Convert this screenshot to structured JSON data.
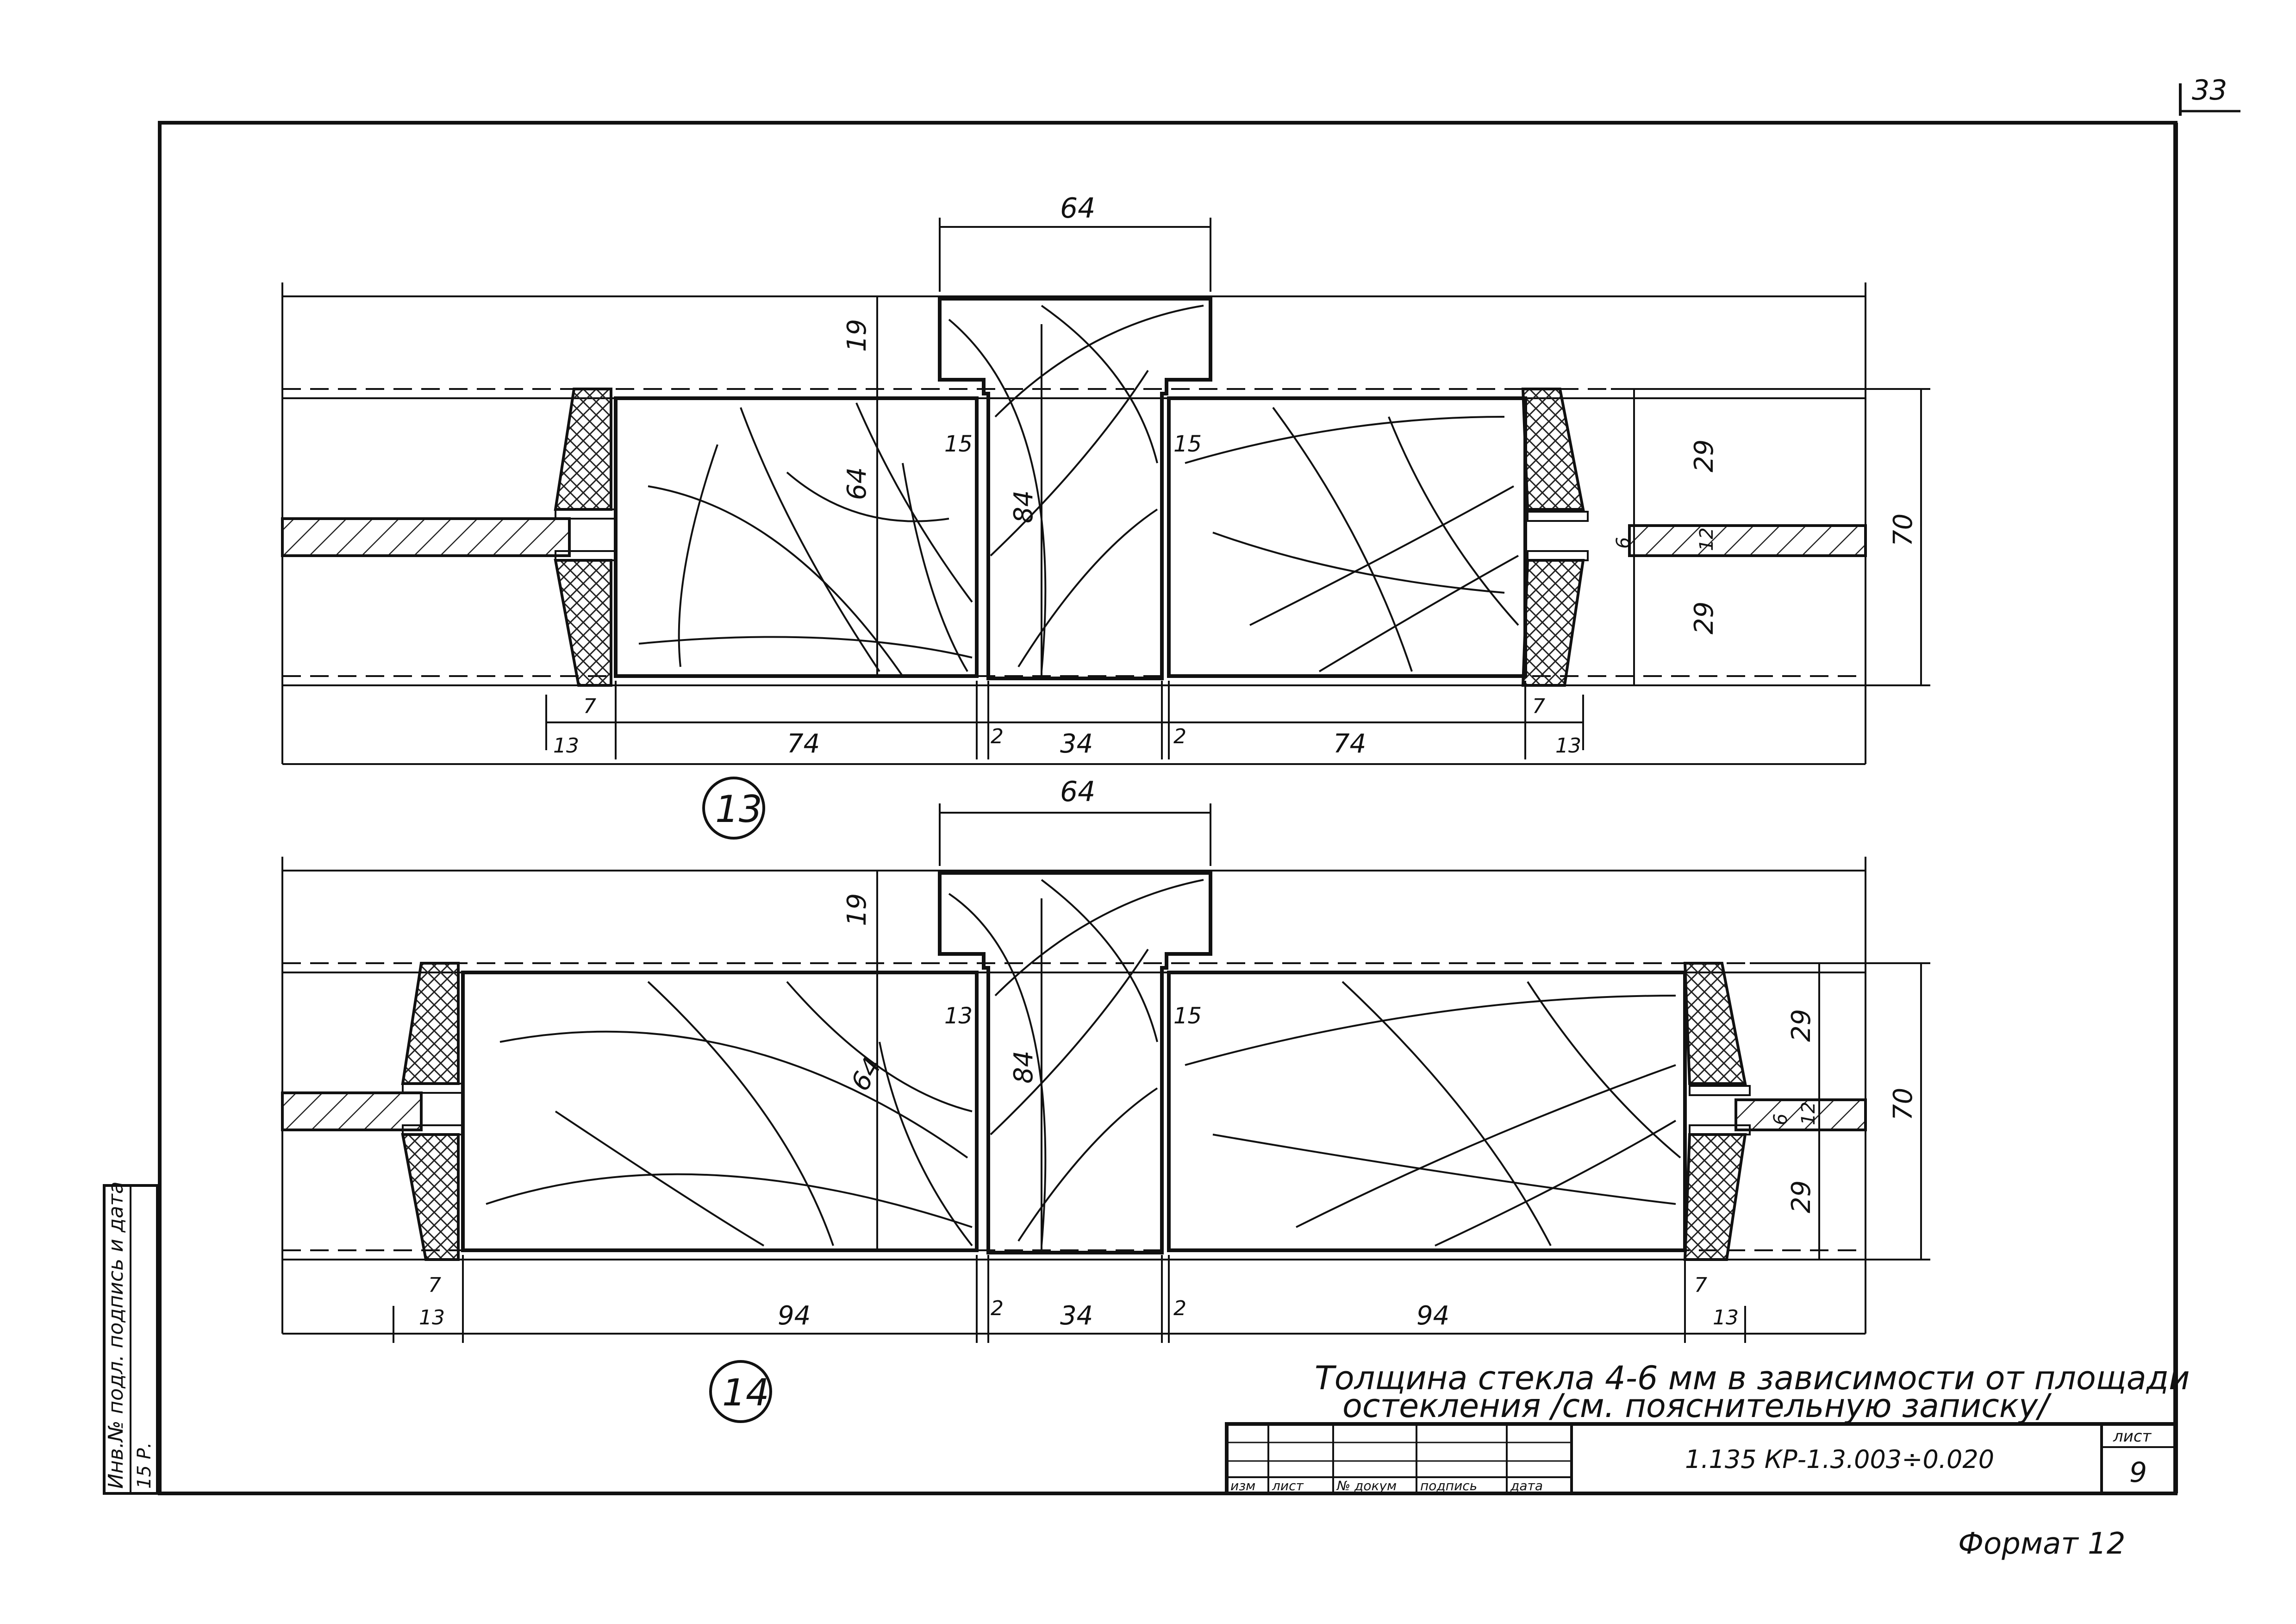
{
  "sheet_number_top": "33",
  "detail_13": {
    "marker": "13",
    "dims": {
      "top_width": "64",
      "tenon_height": "19",
      "left_height": "64",
      "center_height": "84",
      "slot_left": "15",
      "slot_right": "15",
      "right_upper": "29",
      "right_lower": "29",
      "overall_height": "70",
      "glass_gap": "6",
      "glass_thickness": "12",
      "bottom_7_left": "7",
      "bottom_13_left": "13",
      "bottom_74_left": "74",
      "bottom_2_left": "2",
      "bottom_34": "34",
      "bottom_2_right": "2",
      "bottom_74_right": "74",
      "bottom_7_right": "7",
      "bottom_13_right": "13"
    }
  },
  "detail_14": {
    "marker": "14",
    "dims": {
      "top_width": "64",
      "tenon_height": "19",
      "left_height": "64",
      "center_height": "84",
      "slot_left": "13",
      "slot_right": "15",
      "right_upper": "29",
      "right_lower": "29",
      "overall_height": "70",
      "glass_gap": "6",
      "glass_thickness": "12",
      "bottom_7_left": "7",
      "bottom_13_left": "13",
      "bottom_94_left": "94",
      "bottom_2_left": "2",
      "bottom_34": "34",
      "bottom_2_right": "2",
      "bottom_94_right": "94",
      "bottom_7_right": "7",
      "bottom_13_right": "13"
    }
  },
  "note": {
    "line1": "Толщина стекла 4-6 мм в зависимости от площади",
    "line2": "остекления /см. пояснительную записку/"
  },
  "side_stamp": {
    "label": "Инв.№ подл. подпись и дата",
    "value": "15 Р."
  },
  "title_block": {
    "col_headers": [
      "изм",
      "лист",
      "№ докум",
      "подпись",
      "дата"
    ],
    "document_code": "1.135 КР-1.3.003÷0.020",
    "sheet_label": "лист",
    "sheet_value": "9"
  },
  "format_label": "Формат 12"
}
